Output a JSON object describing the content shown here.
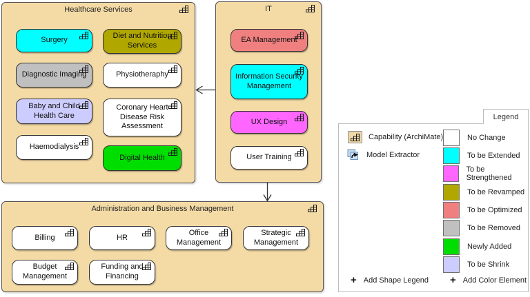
{
  "colors": {
    "container_fill": "#F4DBA6",
    "no_change": "#FFFFFF",
    "to_be_extended": "#00FFFF",
    "to_be_strengthened": "#FF66FF",
    "to_be_revamped": "#B0A700",
    "to_be_optimized": "#F08080",
    "to_be_removed": "#C0C0C0",
    "newly_added": "#00DD00",
    "to_be_shrink": "#CCCCFF"
  },
  "containers": {
    "healthcare": {
      "title": "Healthcare Services",
      "boxes": [
        {
          "label": "Surgery",
          "color": "#00FFFF"
        },
        {
          "label": "Diet and Nutrition Services",
          "color": "#B0A700"
        },
        {
          "label": "Diagnostic Imaging",
          "color": "#C0C0C0"
        },
        {
          "label": "Physiotheraphy",
          "color": "#FFFFFF"
        },
        {
          "label": "Baby and Child Health Care",
          "color": "#CCCCFF"
        },
        {
          "label": "Coronary Heart Disease Risk Assessment",
          "color": "#FFFFFF"
        },
        {
          "label": "Haemodialysis",
          "color": "#FFFFFF"
        },
        {
          "label": "Digital Health",
          "color": "#00DD00"
        }
      ]
    },
    "it": {
      "title": "IT",
      "boxes": [
        {
          "label": "EA Management",
          "color": "#F08080"
        },
        {
          "label": "Information Security Management",
          "color": "#00FFFF"
        },
        {
          "label": "UX Design",
          "color": "#FF66FF"
        },
        {
          "label": "User Training",
          "color": "#FFFFFF"
        }
      ]
    },
    "admin": {
      "title": "Administration and Business Management",
      "boxes": [
        {
          "label": "Billing",
          "color": "#FFFFFF"
        },
        {
          "label": "HR",
          "color": "#FFFFFF"
        },
        {
          "label": "Office Management",
          "color": "#FFFFFF"
        },
        {
          "label": "Strategic Management",
          "color": "#FFFFFF"
        },
        {
          "label": "Budget Management",
          "color": "#FFFFFF"
        },
        {
          "label": "Funding and Financing",
          "color": "#FFFFFF"
        }
      ]
    }
  },
  "relations": [
    {
      "from": "IT",
      "to": "Healthcare Services"
    },
    {
      "from": "IT",
      "to": "Administration and Business Management"
    }
  ],
  "legend": {
    "tab_label": "Legend",
    "shape_items": [
      {
        "label": "Capability (ArchiMate)",
        "icon": "capability-icon"
      },
      {
        "label": "Model Extractor",
        "icon": "model-extractor-icon"
      }
    ],
    "color_items": [
      {
        "label": "No Change",
        "color": "#FFFFFF"
      },
      {
        "label": "To be Extended",
        "color": "#00FFFF"
      },
      {
        "label": "To be Strengthened",
        "color": "#FF66FF"
      },
      {
        "label": "To be Revamped",
        "color": "#B0A700"
      },
      {
        "label": "To be Optimized",
        "color": "#F08080"
      },
      {
        "label": "To be Removed",
        "color": "#C0C0C0"
      },
      {
        "label": "Newly Added",
        "color": "#00DD00"
      },
      {
        "label": "To be Shrink",
        "color": "#CCCCFF"
      }
    ],
    "add_buttons": [
      {
        "icon_glyph": "+",
        "label": "Add Shape Legend"
      },
      {
        "icon_glyph": "+",
        "label": "Add Color Element"
      }
    ]
  }
}
